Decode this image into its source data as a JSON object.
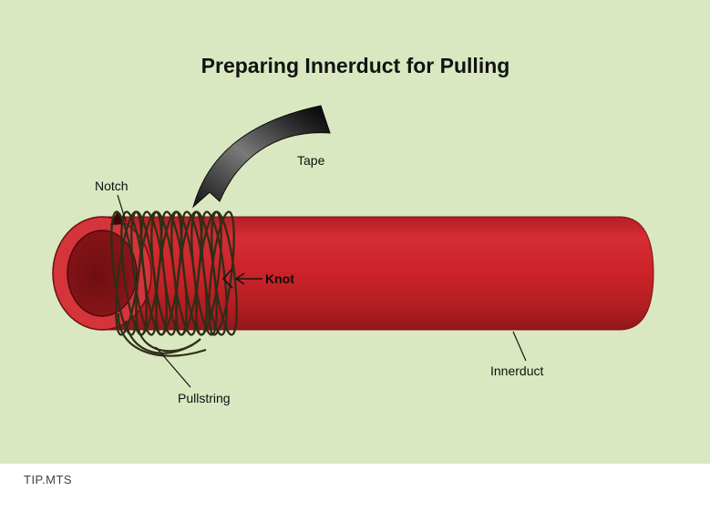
{
  "diagram": {
    "title": "Preparing Innerduct for Pulling",
    "labels": {
      "notch": "Notch",
      "tape": "Tape",
      "knot": "Knot",
      "pullstring": "Pullstring",
      "innerduct": "Innerduct"
    },
    "footer": "TIP.MTS",
    "colors": {
      "background": "#d9e8c0",
      "duct_red": "#cb2329",
      "duct_rim": "#d4343a",
      "duct_hole": "#7a1114",
      "tape_dark": "#1a1a1a",
      "tape_light": "#7a7a7a",
      "string": "#302d18",
      "text": "#101010",
      "footer_bg": "#ffffff",
      "footer_text": "#3f3f3f"
    }
  }
}
